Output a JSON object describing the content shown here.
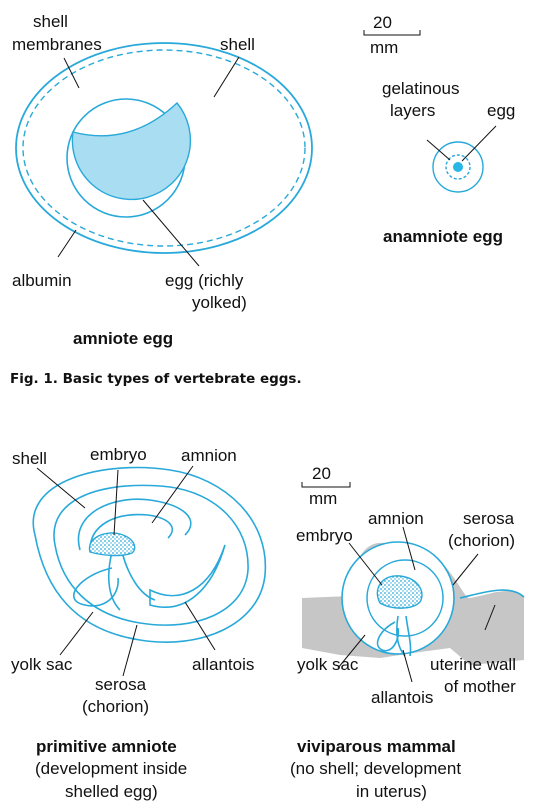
{
  "colors": {
    "blue_line": "#29a9d9",
    "blue_fill": "#a9def2",
    "yolk_dot": "#29b6e6",
    "gray_wall": "#c6c6c6",
    "text": "#111111"
  },
  "fig1": {
    "amniote": {
      "label_shell_membranes_1": "shell",
      "label_shell_membranes_2": "membranes",
      "label_shell": "shell",
      "label_albumin": "albumin",
      "label_egg_1": "egg (richly",
      "label_egg_2": "yolked)",
      "title": "amniote egg"
    },
    "anamniote": {
      "scale_value": "20",
      "scale_unit": "mm",
      "label_gel_1": "gelatinous",
      "label_gel_2": "layers",
      "label_egg": "egg",
      "title": "anamniote egg"
    },
    "caption": "Fig. 1.  Basic types of vertebrate eggs."
  },
  "fig2": {
    "primitive": {
      "label_shell": "shell",
      "label_embryo": "embryo",
      "label_amnion": "amnion",
      "label_yolk_sac": "yolk sac",
      "label_serosa_1": "serosa",
      "label_serosa_2": "(chorion)",
      "label_allantois": "allantois",
      "title": "primitive amniote",
      "subtitle_1": "(development inside",
      "subtitle_2": "shelled egg)"
    },
    "viviparous": {
      "scale_value": "20",
      "scale_unit": "mm",
      "label_embryo": "embryo",
      "label_amnion": "amnion",
      "label_serosa_1": "serosa",
      "label_serosa_2": "(chorion)",
      "label_yolk_sac": "yolk sac",
      "label_uterine_1": "uterine wall",
      "label_uterine_2": "of mother",
      "label_allantois": "allantois",
      "title": "viviparous mammal",
      "subtitle_1": "(no shell; development",
      "subtitle_2": "in uterus)"
    }
  }
}
